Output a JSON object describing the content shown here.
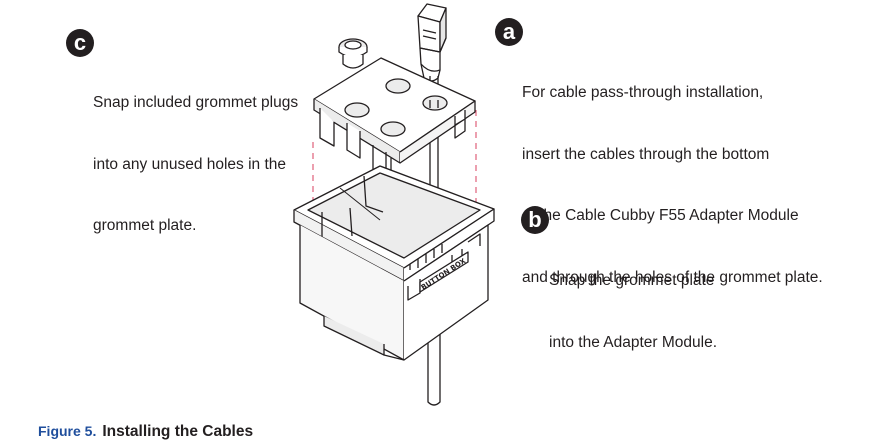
{
  "callouts": {
    "a": {
      "badge": "a",
      "lines": [
        "For cable pass-through installation,",
        "insert the cables through the bottom",
        "of the Cable Cubby F55 Adapter Module",
        "and through the holes of the grommet plate."
      ]
    },
    "b": {
      "badge": "b",
      "lines": [
        "Snap the grommet plate",
        "into the Adapter Module."
      ]
    },
    "c": {
      "badge": "c",
      "lines": [
        "Snap included grommet plugs",
        "into any unused holes in the",
        "grommet plate."
      ]
    }
  },
  "module_label": "BUTTON BOX",
  "caption": {
    "figure": "Figure 5.",
    "title": "Installing the Cables"
  },
  "colors": {
    "text": "#231f20",
    "caption_figure": "#1f4e9c",
    "guide_lines": "#e0607a",
    "part_fill": "#ffffff",
    "part_shade": "#ececec",
    "stroke": "#231f20"
  }
}
